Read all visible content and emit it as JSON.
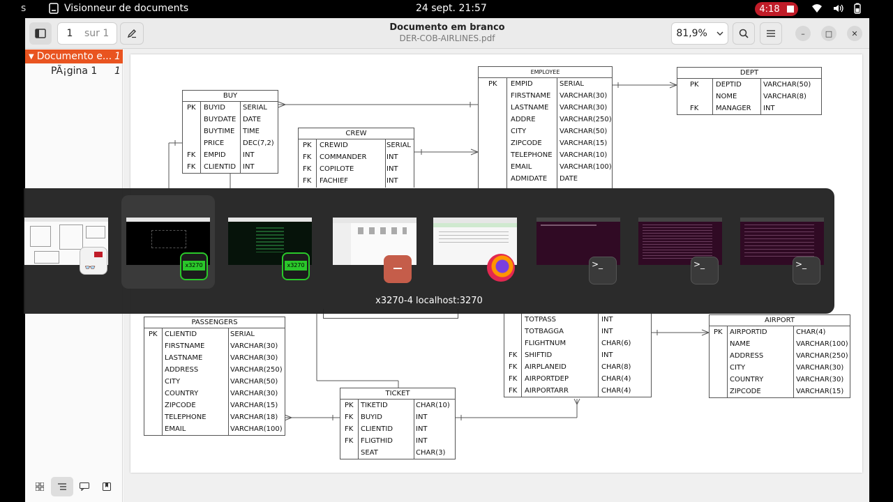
{
  "topbar": {
    "activities_clip": "s",
    "app_name": "Visionneur de documents",
    "clock": "24 sept.  21:57",
    "recording_time": "4:18"
  },
  "header": {
    "page_number": "1",
    "page_of": "sur 1",
    "title": "Documento em branco",
    "subtitle": "DER-COB-AIRLINES.pdf",
    "zoom": "81,9%"
  },
  "sidebar": {
    "outline": [
      {
        "label": "Documento e...",
        "page": "1"
      },
      {
        "label": "PÃ¡gina 1",
        "page": "1"
      }
    ]
  },
  "switcher": {
    "selected_label": "x3270-4 localhost:3270",
    "icons": [
      "document-viewer-icon",
      "x3270-icon",
      "x3270-icon",
      "files-folder-icon",
      "firefox-icon",
      "terminal-icon",
      "terminal-icon",
      "terminal-icon"
    ],
    "x3270_badge": "x3270"
  },
  "diagram": {
    "buy": {
      "title": "BUY",
      "rows": [
        [
          "PK",
          "BUYID",
          "SERIAL"
        ],
        [
          "",
          "BUYDATE",
          "DATE"
        ],
        [
          "",
          "BUYTIME",
          "TIME"
        ],
        [
          "",
          "PRICE",
          "DEC(7,2)"
        ],
        [
          "FK",
          "EMPID",
          "INT"
        ],
        [
          "FK",
          "CLIENTID",
          "INT"
        ]
      ]
    },
    "crew": {
      "title": "CREW",
      "rows": [
        [
          "PK",
          "CREWID",
          "SERIAL"
        ],
        [
          "FK",
          "COMMANDER",
          "INT"
        ],
        [
          "FK",
          "COPILOTE",
          "INT"
        ],
        [
          "FK",
          "FACHIEF",
          "INT"
        ]
      ]
    },
    "employee": {
      "title": "EMPLOYEE",
      "rows": [
        [
          "PK",
          "EMPID",
          "SERIAL"
        ],
        [
          "",
          "FIRSTNAME",
          "VARCHAR(30)"
        ],
        [
          "",
          "LASTNAME",
          "VARCHAR(30)"
        ],
        [
          "",
          "ADDRE",
          "VARCHAR(250)"
        ],
        [
          "",
          "CITY",
          "VARCHAR(50)"
        ],
        [
          "",
          "ZIPCODE",
          "VARCHAR(15)"
        ],
        [
          "",
          "TELEPHONE",
          "VARCHAR(10)"
        ],
        [
          "",
          "EMAIL",
          "VARCHAR(100)"
        ],
        [
          "",
          "ADMIDATE",
          "DATE"
        ]
      ]
    },
    "dept": {
      "title": "DEPT",
      "rows": [
        [
          "PK",
          "DEPTID",
          "VARCHAR(50)"
        ],
        [
          "",
          "NOME",
          "VARCHAR(8)"
        ],
        [
          "FK",
          "MANAGER",
          "INT"
        ]
      ]
    },
    "passengers": {
      "title": "PASSENGERS",
      "rows": [
        [
          "PK",
          "CLIENTID",
          "SERIAL"
        ],
        [
          "",
          "FIRSTNAME",
          "VARCHAR(30)"
        ],
        [
          "",
          "LASTNAME",
          "VARCHAR(30)"
        ],
        [
          "",
          "ADDRESS",
          "VARCHAR(250)"
        ],
        [
          "",
          "CITY",
          "VARCHAR(50)"
        ],
        [
          "",
          "COUNTRY",
          "VARCHAR(30)"
        ],
        [
          "",
          "ZIPCODE",
          "VARCHAR(15)"
        ],
        [
          "",
          "TELEPHONE",
          "VARCHAR(18)"
        ],
        [
          "",
          "EMAIL",
          "VARCHAR(100)"
        ]
      ]
    },
    "ticket": {
      "title": "TICKET",
      "rows": [
        [
          "PK",
          "TIKETID",
          "CHAR(10)"
        ],
        [
          "FK",
          "BUYID",
          "INT"
        ],
        [
          "FK",
          "CLIENTID",
          "INT"
        ],
        [
          "FK",
          "FLIGTHID",
          "INT"
        ],
        [
          "",
          "SEAT",
          "CHAR(3)"
        ]
      ]
    },
    "flight": {
      "rows": [
        [
          "",
          "TOTPASS",
          "INT"
        ],
        [
          "",
          "TOTBAGGA",
          "INT"
        ],
        [
          "",
          "FLIGHTNUM",
          "CHAR(6)"
        ],
        [
          "FK",
          "SHIFTID",
          "INT"
        ],
        [
          "FK",
          "AIRPLANEID",
          "CHAR(8)"
        ],
        [
          "FK",
          "AIRPORTDEP",
          "CHAR(4)"
        ],
        [
          "FK",
          "AIRPORTARR",
          "CHAR(4)"
        ]
      ]
    },
    "airport": {
      "title": "AIRPORT",
      "rows": [
        [
          "PK",
          "AIRPORTID",
          "CHAR(4)"
        ],
        [
          "",
          "NAME",
          "VARCHAR(100)"
        ],
        [
          "",
          "ADDRESS",
          "VARCHAR(250)"
        ],
        [
          "",
          "CITY",
          "VARCHAR(30)"
        ],
        [
          "",
          "COUNTRY",
          "VARCHAR(30)"
        ],
        [
          "",
          "ZIPCODE",
          "VARCHAR(15)"
        ]
      ]
    }
  },
  "colors": {
    "accent": "#e95420",
    "recording": "#c01c28",
    "terminal_bg": "#300a24"
  }
}
